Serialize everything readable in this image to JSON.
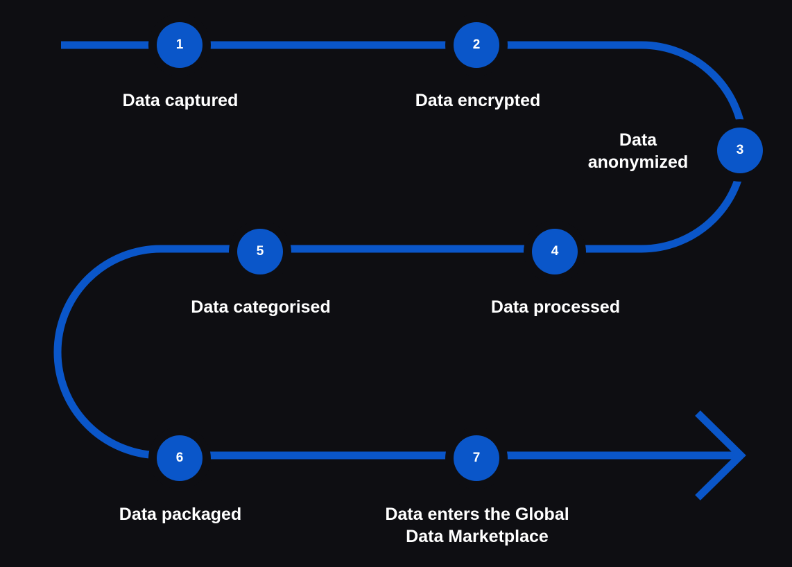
{
  "colors": {
    "background": "#0e0e12",
    "accent": "#0a56c9",
    "text": "#ffffff"
  },
  "steps": [
    {
      "number": "1",
      "label": "Data captured"
    },
    {
      "number": "2",
      "label": "Data encrypted"
    },
    {
      "number": "3",
      "label_line1": "Data",
      "label_line2": "anonymized"
    },
    {
      "number": "4",
      "label": "Data processed"
    },
    {
      "number": "5",
      "label": "Data categorised"
    },
    {
      "number": "6",
      "label": "Data packaged"
    },
    {
      "number": "7",
      "label_line1": "Data enters the Global",
      "label_line2": "Data Marketplace"
    }
  ],
  "arrow_icon": "arrow-right-icon"
}
